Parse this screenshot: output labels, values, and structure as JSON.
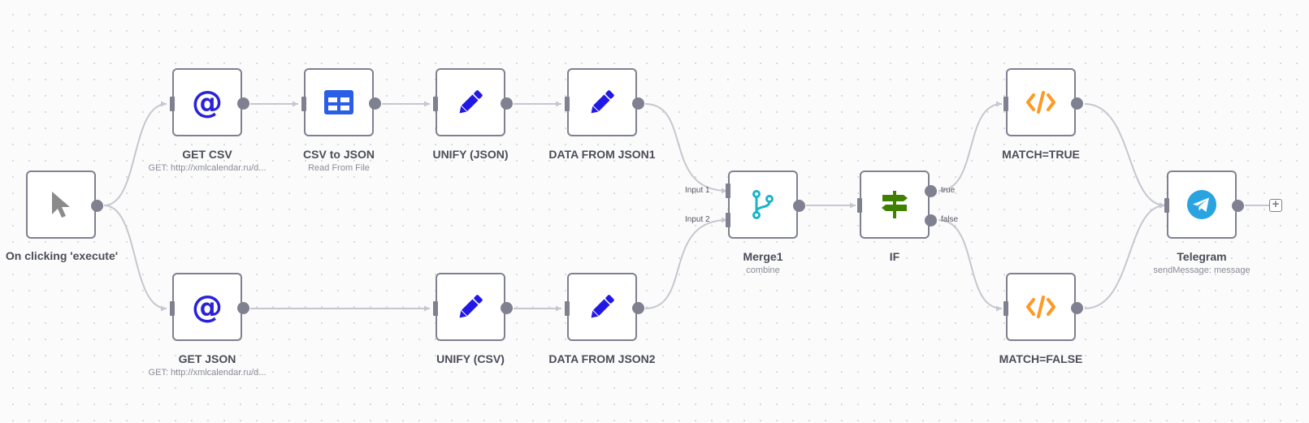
{
  "canvas": {
    "nodes": {
      "trigger": {
        "title": "On clicking 'execute'",
        "subtitle": "",
        "icon": "cursor-icon"
      },
      "get_csv": {
        "title": "GET CSV",
        "subtitle": "GET: http://xmlcalendar.ru/d...",
        "icon": "at-icon"
      },
      "csv_to_json": {
        "title": "CSV to JSON",
        "subtitle": "Read From File",
        "icon": "table-icon"
      },
      "unify_json": {
        "title": "UNIFY (JSON)",
        "subtitle": "",
        "icon": "pencil-icon"
      },
      "data_json1": {
        "title": "DATA FROM JSON1",
        "subtitle": "",
        "icon": "pencil-icon"
      },
      "get_json": {
        "title": "GET JSON",
        "subtitle": "GET: http://xmlcalendar.ru/d...",
        "icon": "at-icon"
      },
      "unify_csv": {
        "title": "UNIFY (CSV)",
        "subtitle": "",
        "icon": "pencil-icon"
      },
      "data_json2": {
        "title": "DATA FROM JSON2",
        "subtitle": "",
        "icon": "pencil-icon"
      },
      "merge1": {
        "title": "Merge1",
        "subtitle": "combine",
        "icon": "merge-icon",
        "input1": "Input 1",
        "input2": "Input 2"
      },
      "if": {
        "title": "IF",
        "subtitle": "",
        "icon": "signpost-icon",
        "out_true": "true",
        "out_false": "false"
      },
      "match_true": {
        "title": "MATCH=TRUE",
        "subtitle": "",
        "icon": "code-icon"
      },
      "match_false": {
        "title": "MATCH=FALSE",
        "subtitle": "",
        "icon": "code-icon"
      },
      "telegram": {
        "title": "Telegram",
        "subtitle": "sendMessage: message",
        "icon": "telegram-icon"
      }
    },
    "add_button": "+"
  },
  "colors": {
    "node_border": "#7f8190",
    "wire": "#c6c7cf",
    "http_blue": "#2a22d6",
    "table_blue": "#2a5ee8",
    "pencil_blue": "#2218e6",
    "merge_teal": "#1bb3c9",
    "if_green": "#408000",
    "code_orange": "#ff9922",
    "telegram_blue": "#2aa3e1",
    "cursor_gray": "#8b8b8b"
  }
}
